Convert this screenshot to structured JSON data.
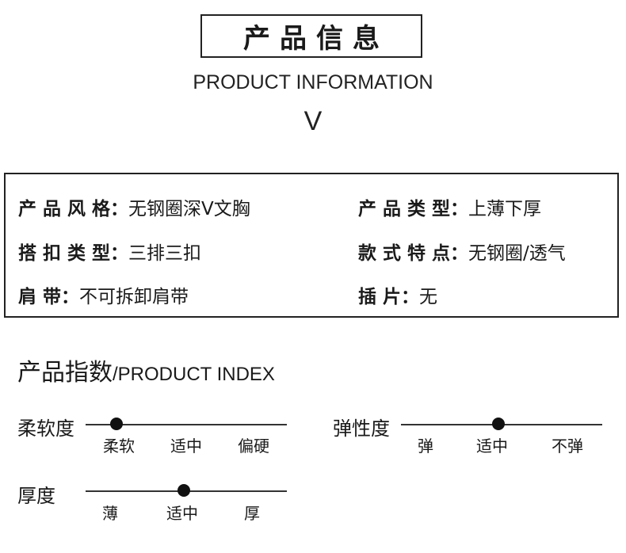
{
  "header": {
    "title": "产品信息",
    "subtitle": "PRODUCT INFORMATION",
    "mark": "V"
  },
  "info": {
    "style_label": "产 品 风 格：",
    "style_value": "无钢圈深V文胸",
    "type_label": "产 品 类 型：",
    "type_value": "上薄下厚",
    "clasp_label": "搭 扣 类 型：",
    "clasp_value": "三排三扣",
    "feature_label": "款 式 特 点：",
    "feature_value": "无钢圈/透气",
    "strap_label": "肩 带：",
    "strap_value": "不可拆卸肩带",
    "insert_label": "插 片：",
    "insert_value": "无"
  },
  "index": {
    "title_cn": "产品指数",
    "title_en": "/PRODUCT INDEX",
    "softness": {
      "label": "柔软度",
      "ticks": [
        "柔软",
        "适中",
        "偏硬"
      ],
      "selected": 0
    },
    "elasticity": {
      "label": "弹性度",
      "ticks": [
        "弹",
        "适中",
        "不弹"
      ],
      "selected": 1
    },
    "thickness": {
      "label": "厚度",
      "ticks": [
        "薄",
        "适中",
        "厚"
      ],
      "selected": 1
    }
  }
}
